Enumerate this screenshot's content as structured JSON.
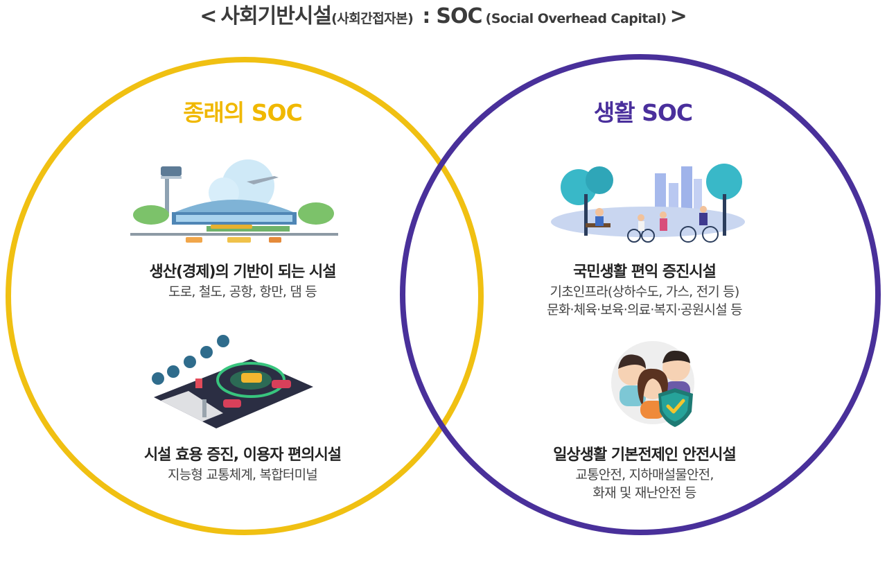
{
  "title": {
    "open": "<",
    "main": "사회기반시설",
    "paren_kr": "(사회간접자본)",
    "sep": ":",
    "abbr": "SOC",
    "paren_en": "(Social Overhead Capital)",
    "close": ">"
  },
  "left": {
    "heading": "종래의 SOC",
    "block1": {
      "title": "생산(경제)의 기반이 되는 시설",
      "desc": "도로, 철도, 공항, 항만, 댐 등"
    },
    "block2": {
      "title": "시설 효용 증진, 이용자 편의시설",
      "desc": "지능형 교통체계, 복합터미널"
    }
  },
  "right": {
    "heading": "생활 SOC",
    "block1": {
      "title": "국민생활 편익 증진시설",
      "desc1": "기초인프라(상하수도, 가스, 전기 등)",
      "desc2": "문화·체육·보육·의료·복지·공원시설 등"
    },
    "block2": {
      "title": "일상생활 기본전제인 안전시설",
      "desc1": "교통안전, 지하매설물안전,",
      "desc2": "화재 및 재난안전 등"
    }
  },
  "colors": {
    "left_accent": "#f0c012",
    "right_accent": "#49309a"
  }
}
